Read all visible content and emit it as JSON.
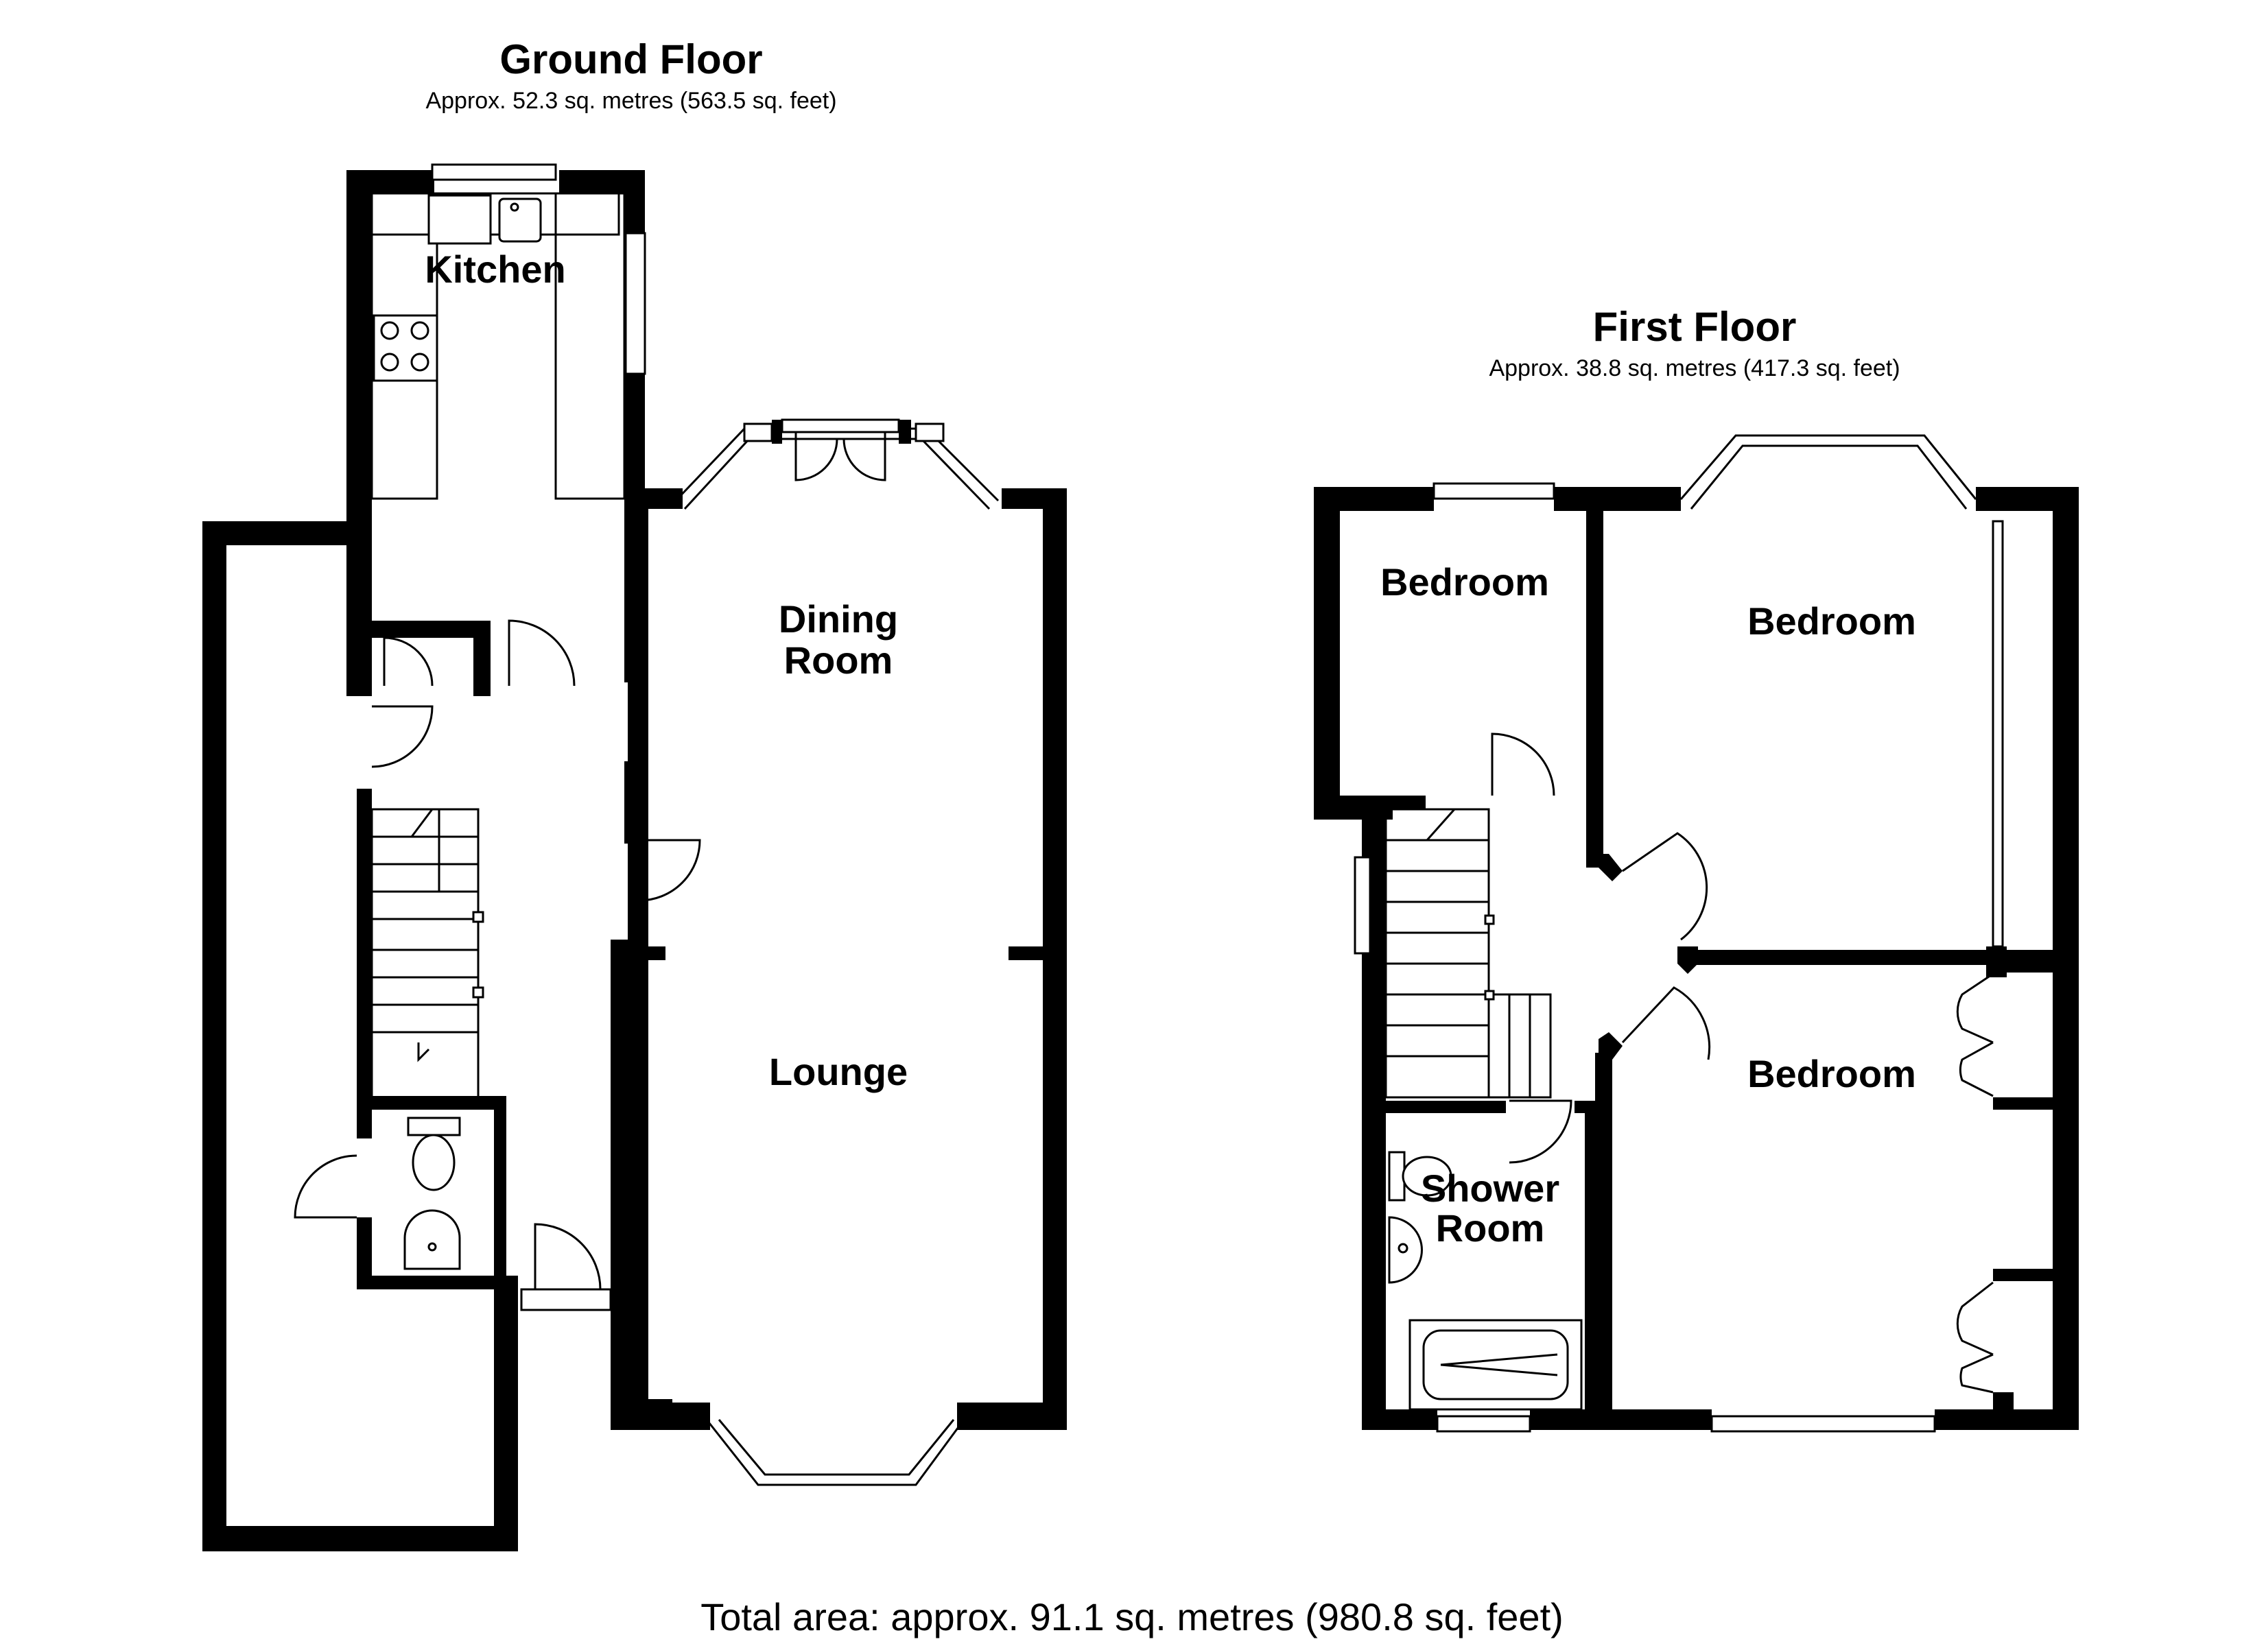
{
  "ground_floor": {
    "title": "Ground Floor",
    "area": "Approx. 52.3 sq. metres (563.5 sq. feet)",
    "rooms": {
      "kitchen": "Kitchen",
      "dining_1": "Dining",
      "dining_2": "Room",
      "lounge": "Lounge"
    }
  },
  "first_floor": {
    "title": "First Floor",
    "area": "Approx. 38.8 sq. metres (417.3 sq. feet)",
    "rooms": {
      "bedroom_small": "Bedroom",
      "bedroom_top_right": "Bedroom",
      "bedroom_bottom_right": "Bedroom",
      "shower_1": "Shower",
      "shower_2": "Room"
    }
  },
  "total_area": "Total area: approx. 91.1 sq. metres (980.8 sq. feet)"
}
